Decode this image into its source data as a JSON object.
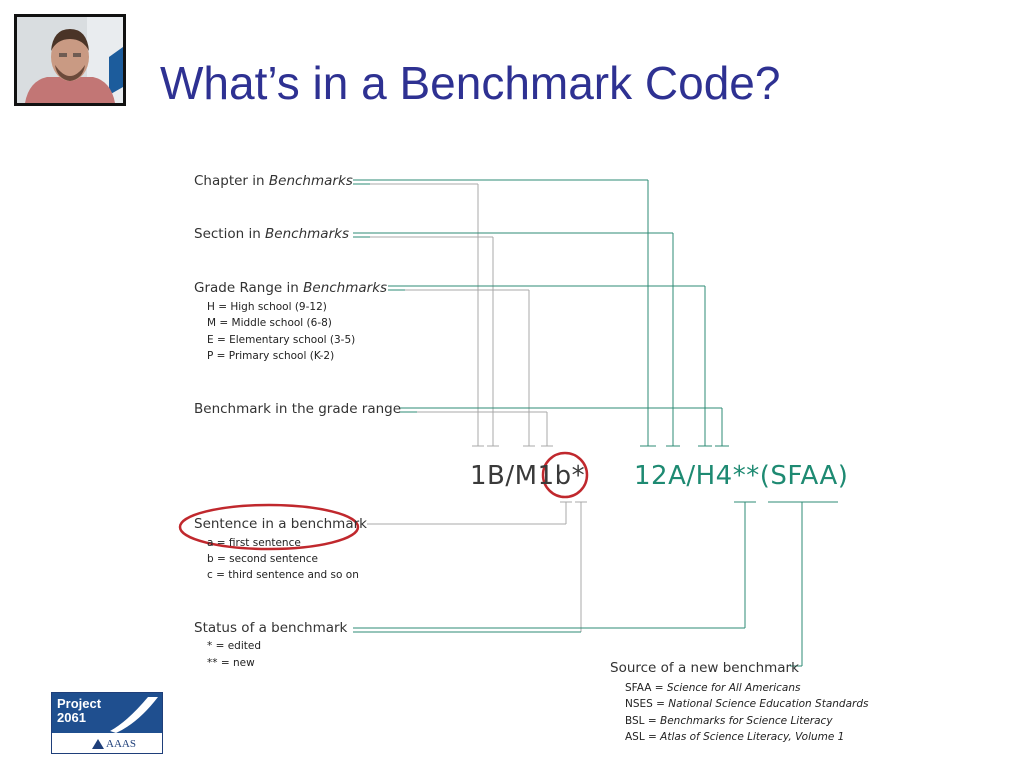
{
  "slide": {
    "title": "What’s in a Benchmark Code?"
  },
  "diagram": {
    "labels": {
      "chapter_prefix": "Chapter in ",
      "chapter_italic": "Benchmarks",
      "section_prefix": "Section in ",
      "section_italic": "Benchmarks",
      "grade_prefix": "Grade Range in ",
      "grade_italic": "Benchmarks",
      "benchmark_grade": "Benchmark in the grade range",
      "sentence": "Sentence in a benchmark",
      "status": "Status of a benchmark",
      "source": "Source of a new benchmark"
    },
    "grade_items": [
      "H = High school (9-12)",
      "M = Middle school (6-8)",
      "E = Elementary school (3-5)",
      "P = Primary school (K-2)"
    ],
    "sentence_items": [
      "a = first sentence",
      "b = second sentence",
      "c = third sentence and so on"
    ],
    "status_items": [
      "* = edited",
      "** = new"
    ],
    "source_items": [
      {
        "abbr": "SFAA = ",
        "name": "Science for All Americans"
      },
      {
        "abbr": "NSES = ",
        "name": "National Science Education Standards"
      },
      {
        "abbr": "BSL = ",
        "name": "Benchmarks for Science Literacy"
      },
      {
        "abbr": "ASL = ",
        "name": "Atlas of Science Literacy, Volume 1"
      }
    ],
    "code_gray": "1B/M1b*",
    "code_green": "12A/H4**(SFAA)",
    "colors": {
      "gray_line": "#a8a8a8",
      "green_line": "#2e8b74",
      "highlight_circle": "#c0282d",
      "title": "#2e3192"
    }
  },
  "logo": {
    "line1": "Project",
    "line2": "2061",
    "org": "AAAS"
  },
  "photo": {
    "icon": "presenter-photo"
  }
}
